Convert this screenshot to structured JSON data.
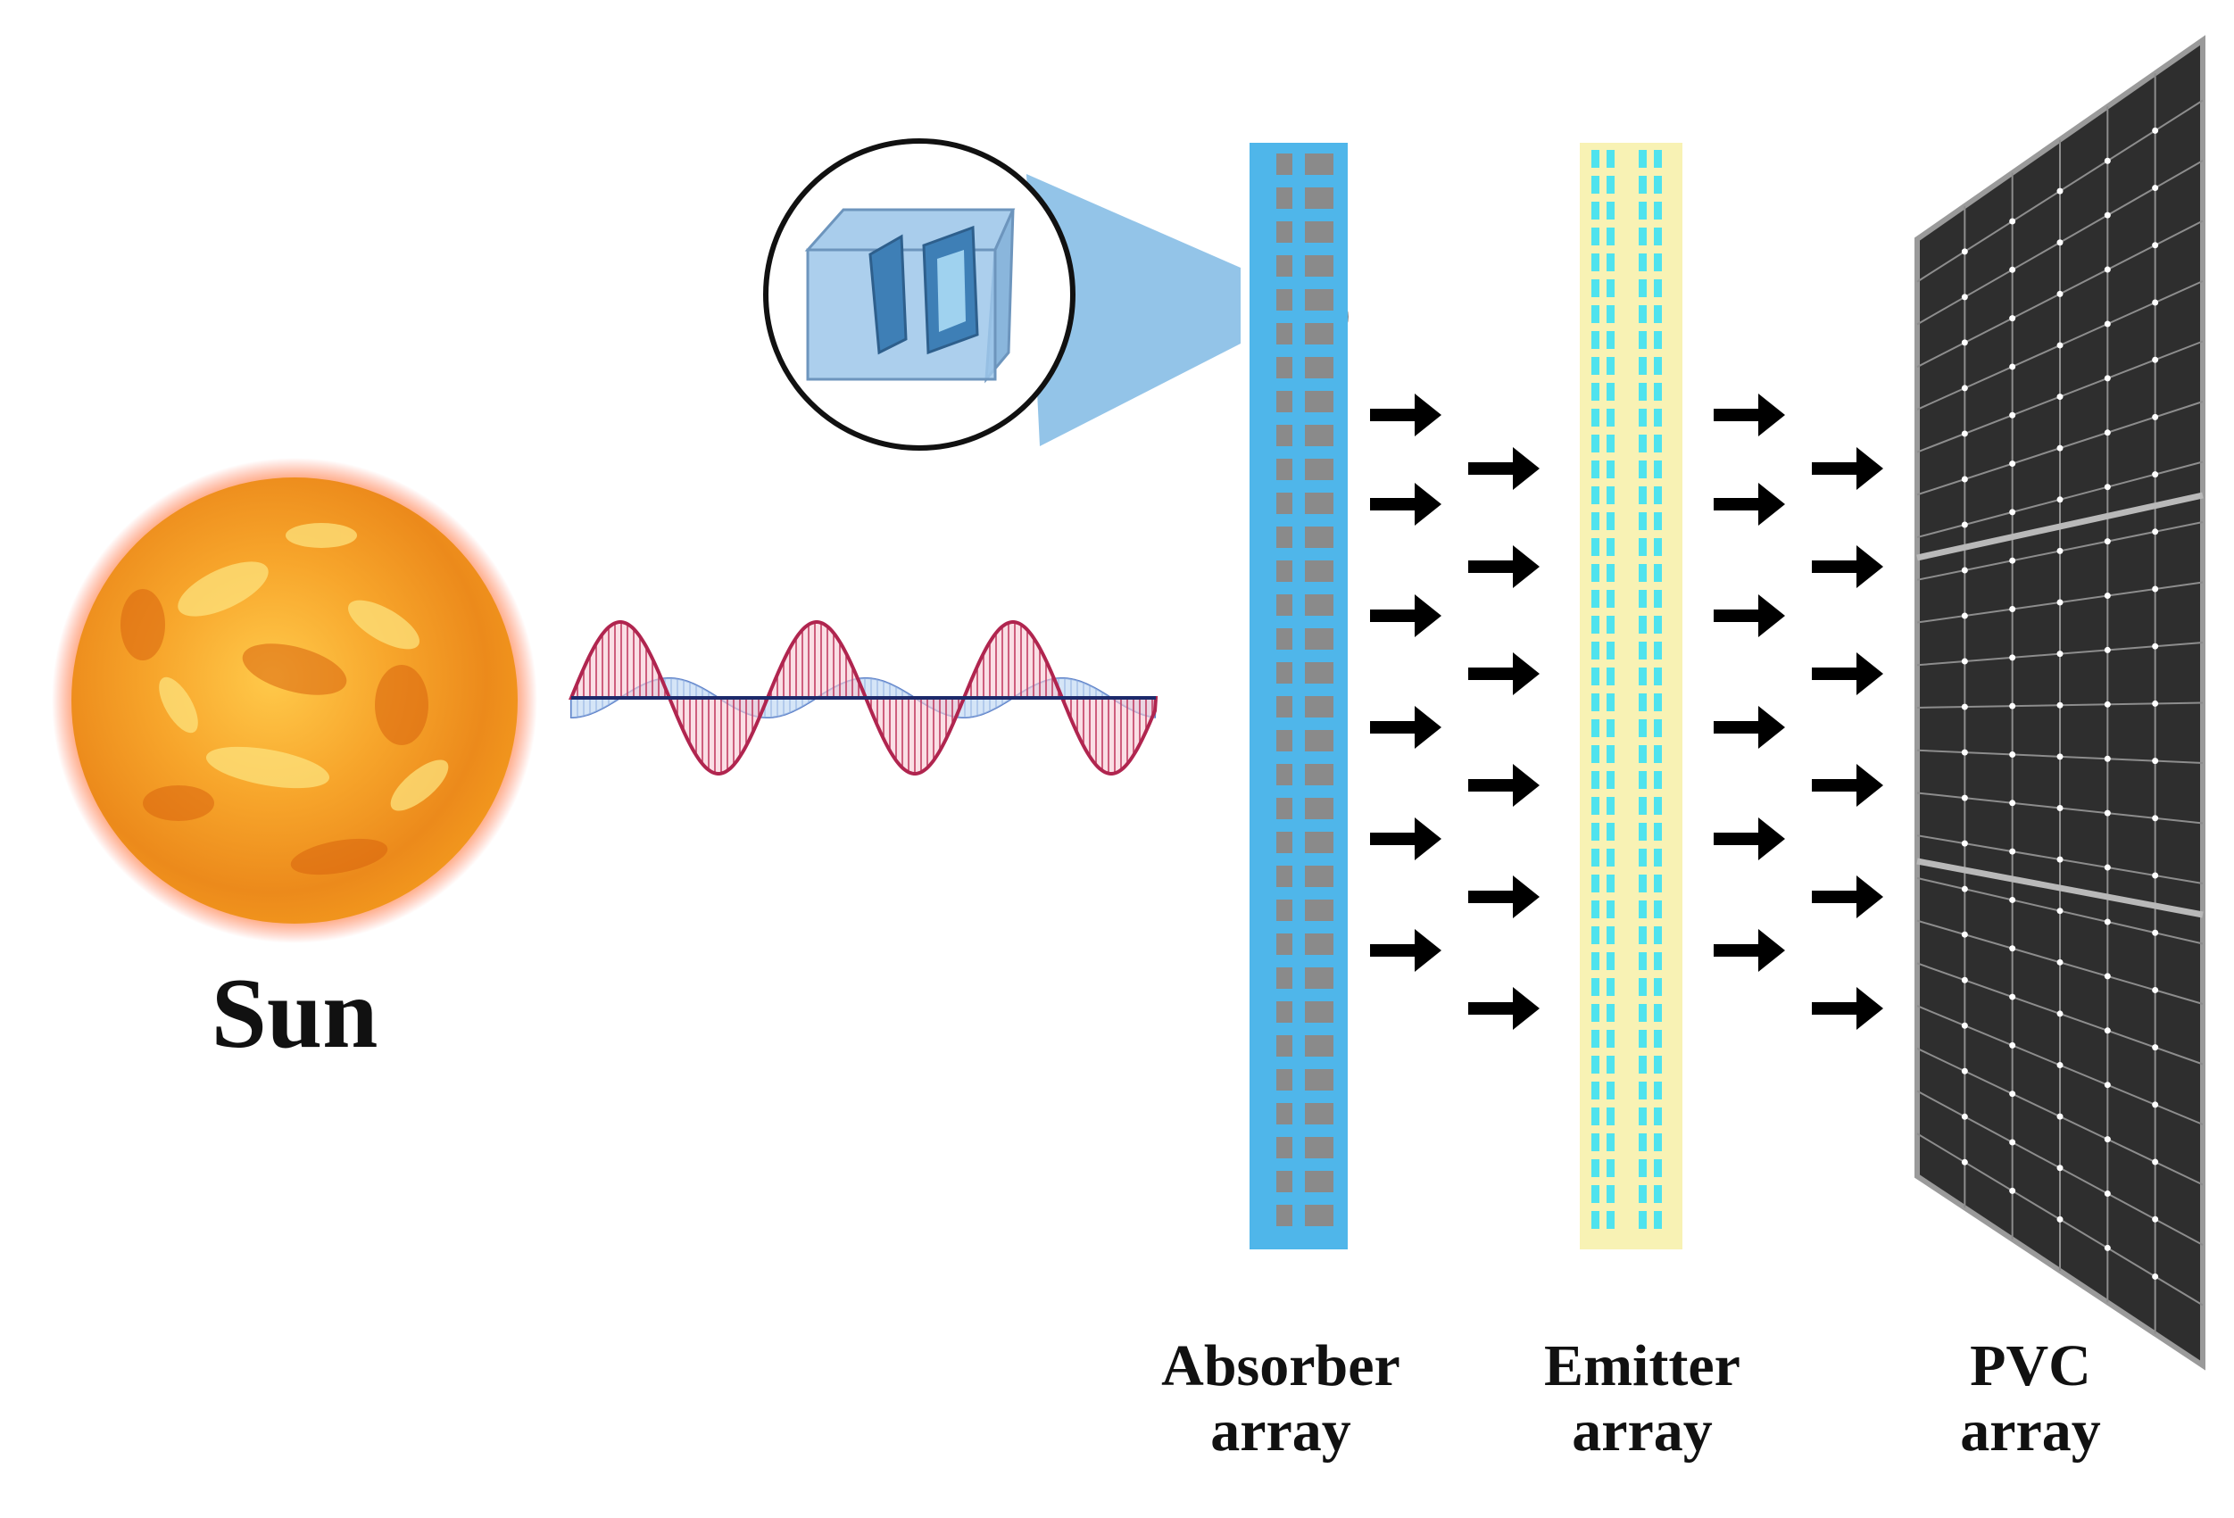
{
  "labels": {
    "sun": "Sun",
    "absorber_line1": "Absorber",
    "absorber_line2": "array",
    "emitter_line1": "Emitter",
    "emitter_line2": "array",
    "pvc_line1": "PVC",
    "pvc_line2": "array"
  },
  "colors": {
    "absorber_strip": "#4fb6ea",
    "absorber_cell": "#8a8a8a",
    "emitter_strip": "#f8f2b4",
    "emitter_cell": "#4fe3ee",
    "wave_red": "#b0254f",
    "wave_red_fill": "#f6c9d4",
    "wave_blue_fill": "#b9d3f2",
    "wave_axis": "#1d2a6b",
    "panel": "#2e2e2e",
    "panel_grid": "#8d8d8d",
    "arrow": "#000000"
  },
  "icons": {
    "sun": "sun-image",
    "wave": "electromagnetic-wave",
    "unit_cell": "absorber-unit-cell-3d",
    "solar_panel": "solar-panel"
  }
}
